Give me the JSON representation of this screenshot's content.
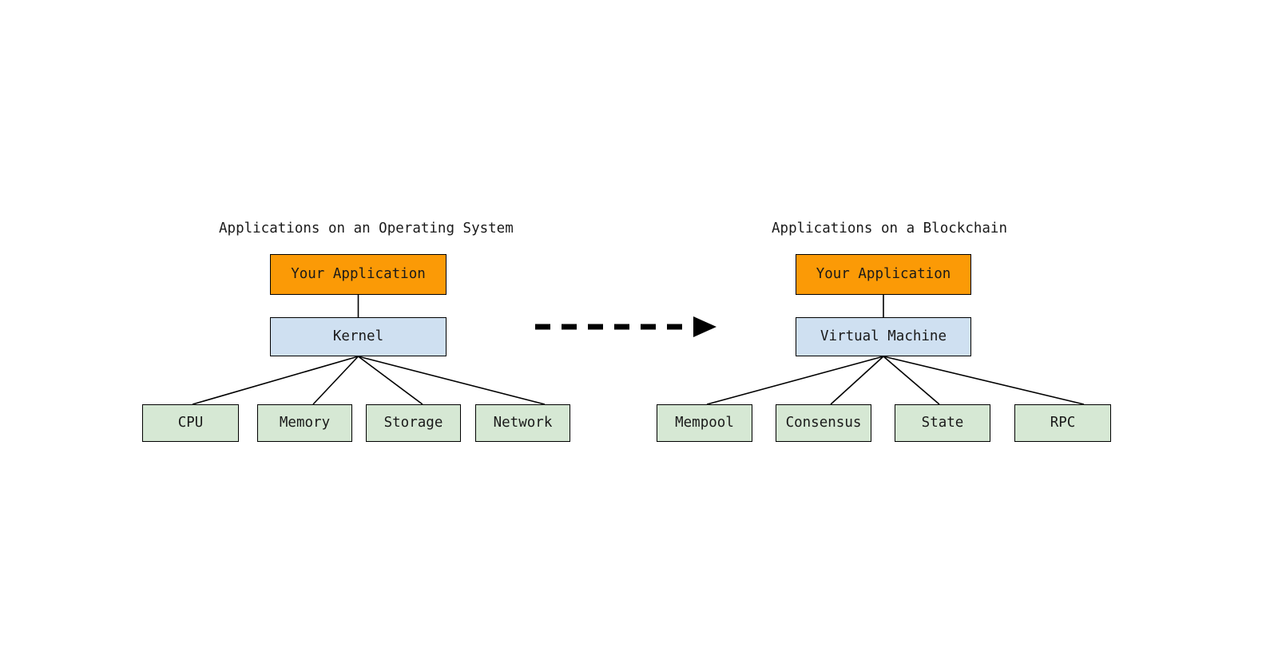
{
  "diagram": {
    "title_left": "Applications on an Operating System",
    "title_right": "Applications on a Blockchain",
    "transition_arrow": "dashed-right-arrow",
    "colors": {
      "application": "#FB9A06",
      "runtime": "#CFE0F1",
      "resource": "#D6E8D4",
      "stroke": "#000000",
      "background": "#FFFFFF",
      "text": "#1A1A1A"
    },
    "left": {
      "application": "Your Application",
      "runtime": "Kernel",
      "resources": [
        {
          "label": "CPU"
        },
        {
          "label": "Memory"
        },
        {
          "label": "Storage"
        },
        {
          "label": "Network"
        }
      ]
    },
    "right": {
      "application": "Your Application",
      "runtime": "Virtual Machine",
      "resources": [
        {
          "label": "Mempool"
        },
        {
          "label": "Consensus"
        },
        {
          "label": "State"
        },
        {
          "label": "RPC"
        }
      ]
    }
  }
}
